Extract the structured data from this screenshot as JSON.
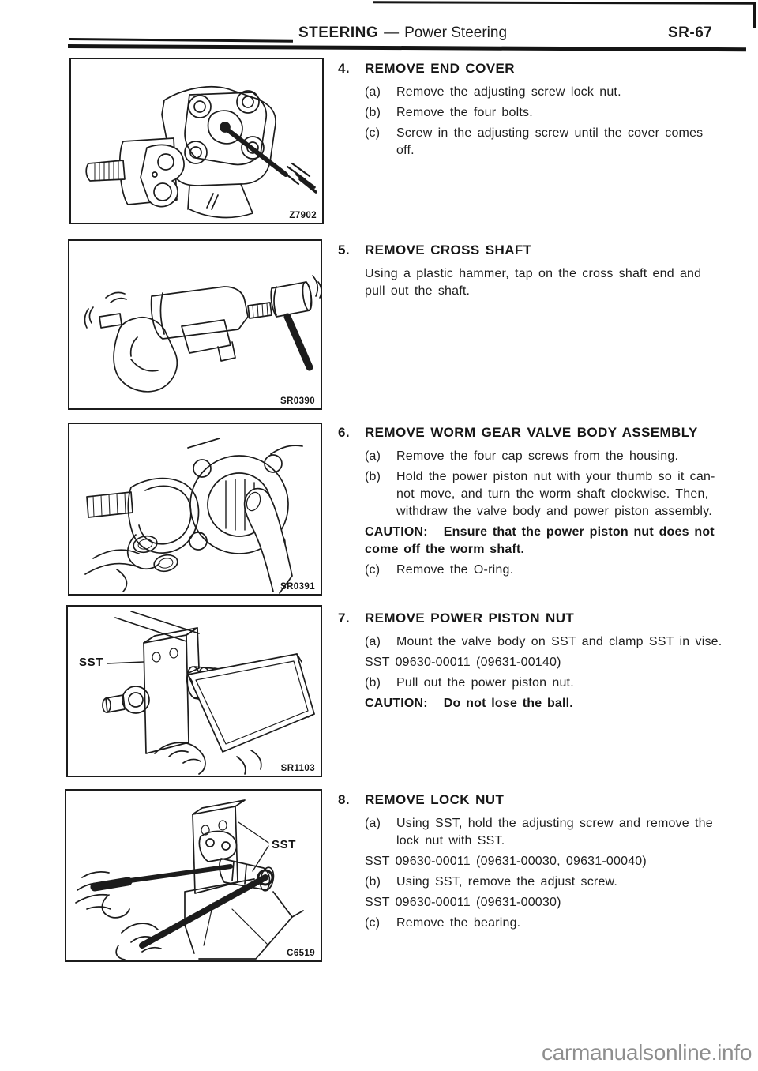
{
  "header": {
    "section": "STEERING",
    "dash": "—",
    "subsection": "Power Steering",
    "page": "SR-67"
  },
  "figures": [
    {
      "code": "Z7902"
    },
    {
      "code": "SR0390"
    },
    {
      "code": "SR0391"
    },
    {
      "code": "SR1103",
      "callout": "SST"
    },
    {
      "code": "C6519",
      "callout": "SST"
    }
  ],
  "steps": [
    {
      "number": "4.",
      "title": "REMOVE END COVER",
      "items": [
        {
          "marker": "(a)",
          "text": "Remove the adjusting screw lock nut."
        },
        {
          "marker": "(b)",
          "text": "Remove the four bolts."
        },
        {
          "marker": "(c)",
          "text": "Screw in the adjusting screw until the cover comes\noff."
        }
      ]
    },
    {
      "number": "5.",
      "title": "REMOVE CROSS SHAFT",
      "items": [
        {
          "text": "Using a plastic hammer, tap on the cross shaft end and\npull out the shaft."
        }
      ]
    },
    {
      "number": "6.",
      "title": "REMOVE WORM GEAR VALVE BODY ASSEMBLY",
      "items": [
        {
          "marker": "(a)",
          "text": "Remove the four cap screws from the housing."
        },
        {
          "marker": "(b)",
          "text": "Hold the power piston nut with your thumb so it can-\nnot move, and turn the worm shaft clockwise. Then,\nwithdraw the valve body and power piston assembly."
        },
        {
          "caution": "CAUTION:   Ensure that the power piston nut does not\ncome off the worm shaft."
        },
        {
          "marker": "(c)",
          "text": "Remove the O-ring."
        }
      ]
    },
    {
      "number": "7.",
      "title": "REMOVE POWER PISTON NUT",
      "items": [
        {
          "marker": "(a)",
          "text": "Mount the valve body on SST and clamp SST in vise."
        },
        {
          "sst": "SST 09630-00011 (09631-00140)"
        },
        {
          "marker": "(b)",
          "text": "Pull out the power piston nut."
        },
        {
          "caution": "CAUTION:   Do not lose the ball."
        }
      ]
    },
    {
      "number": "8.",
      "title": "REMOVE LOCK NUT",
      "items": [
        {
          "marker": "(a)",
          "text": "Using SST, hold the adjusting screw and remove the\nlock nut with SST."
        },
        {
          "sst": "SST 09630-00011 (09631-00030, 09631-00040)"
        },
        {
          "marker": "(b)",
          "text": "Using SST, remove the adjust screw."
        },
        {
          "sst": "SST 09630-00011 (09631-00030)"
        },
        {
          "marker": "(c)",
          "text": "Remove the bearing."
        }
      ]
    }
  ],
  "watermark": "carmanualsonline.info"
}
